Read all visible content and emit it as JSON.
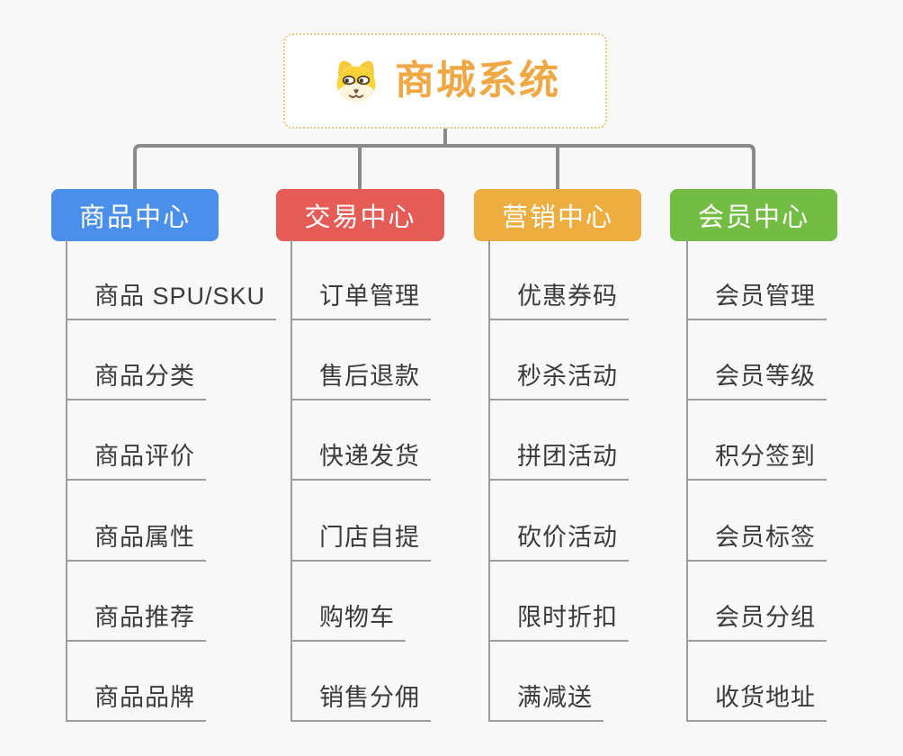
{
  "root": {
    "title": "商城系统",
    "icon": "dog-face-icon"
  },
  "branches": [
    {
      "label": "商品中心",
      "color": "#4A8FEA",
      "children": [
        "商品 SPU/SKU",
        "商品分类",
        "商品评价",
        "商品属性",
        "商品推荐",
        "商品品牌"
      ]
    },
    {
      "label": "交易中心",
      "color": "#E55B56",
      "children": [
        "订单管理",
        "售后退款",
        "快递发货",
        "门店自提",
        "购物车",
        "销售分佣"
      ]
    },
    {
      "label": "营销中心",
      "color": "#EDAD3F",
      "children": [
        "优惠券码",
        "秒杀活动",
        "拼团活动",
        "砍价活动",
        "限时折扣",
        "满减送"
      ]
    },
    {
      "label": "会员中心",
      "color": "#74BD44",
      "children": [
        "会员管理",
        "会员等级",
        "积分签到",
        "会员标签",
        "会员分组",
        "收货地址"
      ]
    }
  ],
  "colors": {
    "background": "#F8F8F8",
    "root_title_text": "#F0A845",
    "root_border": "#F1C77C",
    "main_connector": "#8A8A8A",
    "child_connector": "#9C9C9C",
    "child_text": "#3B3B3B",
    "branch_text": "#FFFFFF"
  }
}
